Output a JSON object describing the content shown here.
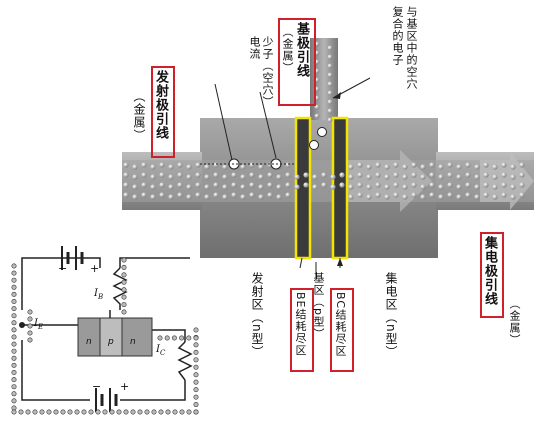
{
  "labels": {
    "emitter_lead": "发射极引线",
    "emitter_lead_metal": "（金属）",
    "base_lead": "基极引线",
    "base_lead_metal": "（金属）",
    "holes_current": "少子（空穴）电流",
    "recombination": "与基区中的空穴复合的电子",
    "collector_lead": "集电极引线",
    "collector_lead_metal": "（金属）",
    "emitter_region": "发射区（n型）",
    "base_region": "基区（p型）",
    "collector_region": "集电区（n型）",
    "be_depletion": "BE结耗尽区",
    "bc_depletion": "BC结耗尽区"
  },
  "circuit": {
    "n_left": "n",
    "p_mid": "p",
    "n_right": "n",
    "ib": "I",
    "ib_sub": "B",
    "ie": "I",
    "ie_sub": "E",
    "ic": "I",
    "ic_sub": "C",
    "plus_top": "+",
    "minus_top": "−",
    "plus_bottom": "+",
    "minus_bottom": "−"
  },
  "colors": {
    "highlight_red": "#d0202a",
    "depletion_yellow": "#f2e600",
    "device_gray": "#8f8f8f"
  }
}
